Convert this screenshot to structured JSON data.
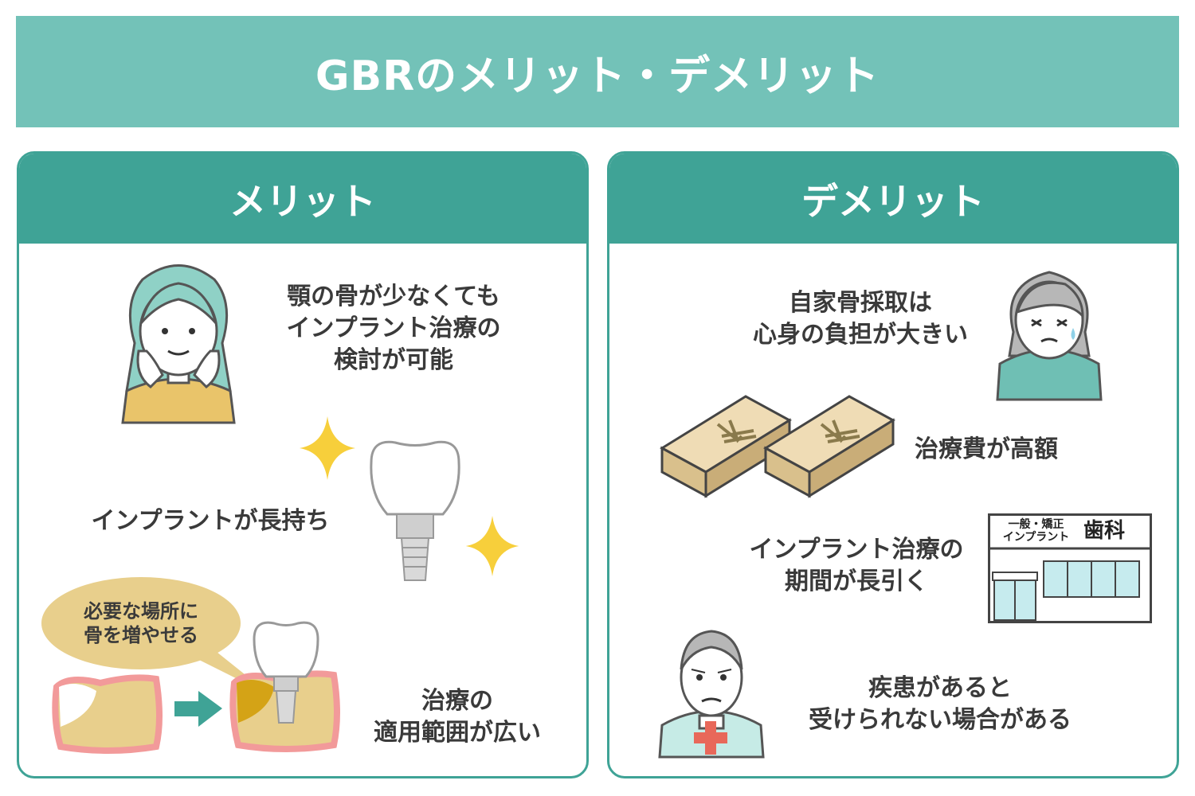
{
  "title": "GBRのメリット・デメリット",
  "merit": {
    "heading": "メリット",
    "items": [
      {
        "lines": [
          "顎の骨が少なくても",
          "インプラント治療の",
          "検討が可能"
        ]
      },
      {
        "lines": [
          "インプラントが長持ち"
        ]
      },
      {
        "lines": [
          "治療の",
          "適用範囲が広い"
        ]
      }
    ],
    "bubble": {
      "lines": [
        "必要な場所に",
        "骨を増やせる"
      ]
    }
  },
  "demerit": {
    "heading": "デメリット",
    "items": [
      {
        "lines": [
          "自家骨採取は",
          "心身の負担が大きい"
        ]
      },
      {
        "lines": [
          "治療費が高額"
        ]
      },
      {
        "lines": [
          "インプラント治療の",
          "期間が長引く"
        ]
      },
      {
        "lines": [
          "疾患があると",
          "受けられない場合がある"
        ]
      }
    ],
    "clinic_sign": {
      "small_lines": [
        "一般・矯正",
        "インプラント"
      ],
      "big": "歯科"
    }
  },
  "colors": {
    "banner": "#73c2b8",
    "header": "#3fa396",
    "arrow": "#3fa396",
    "sparkle": "#f7cf3b",
    "gum": "#f29a9a",
    "bone": "#e8cf8c"
  }
}
